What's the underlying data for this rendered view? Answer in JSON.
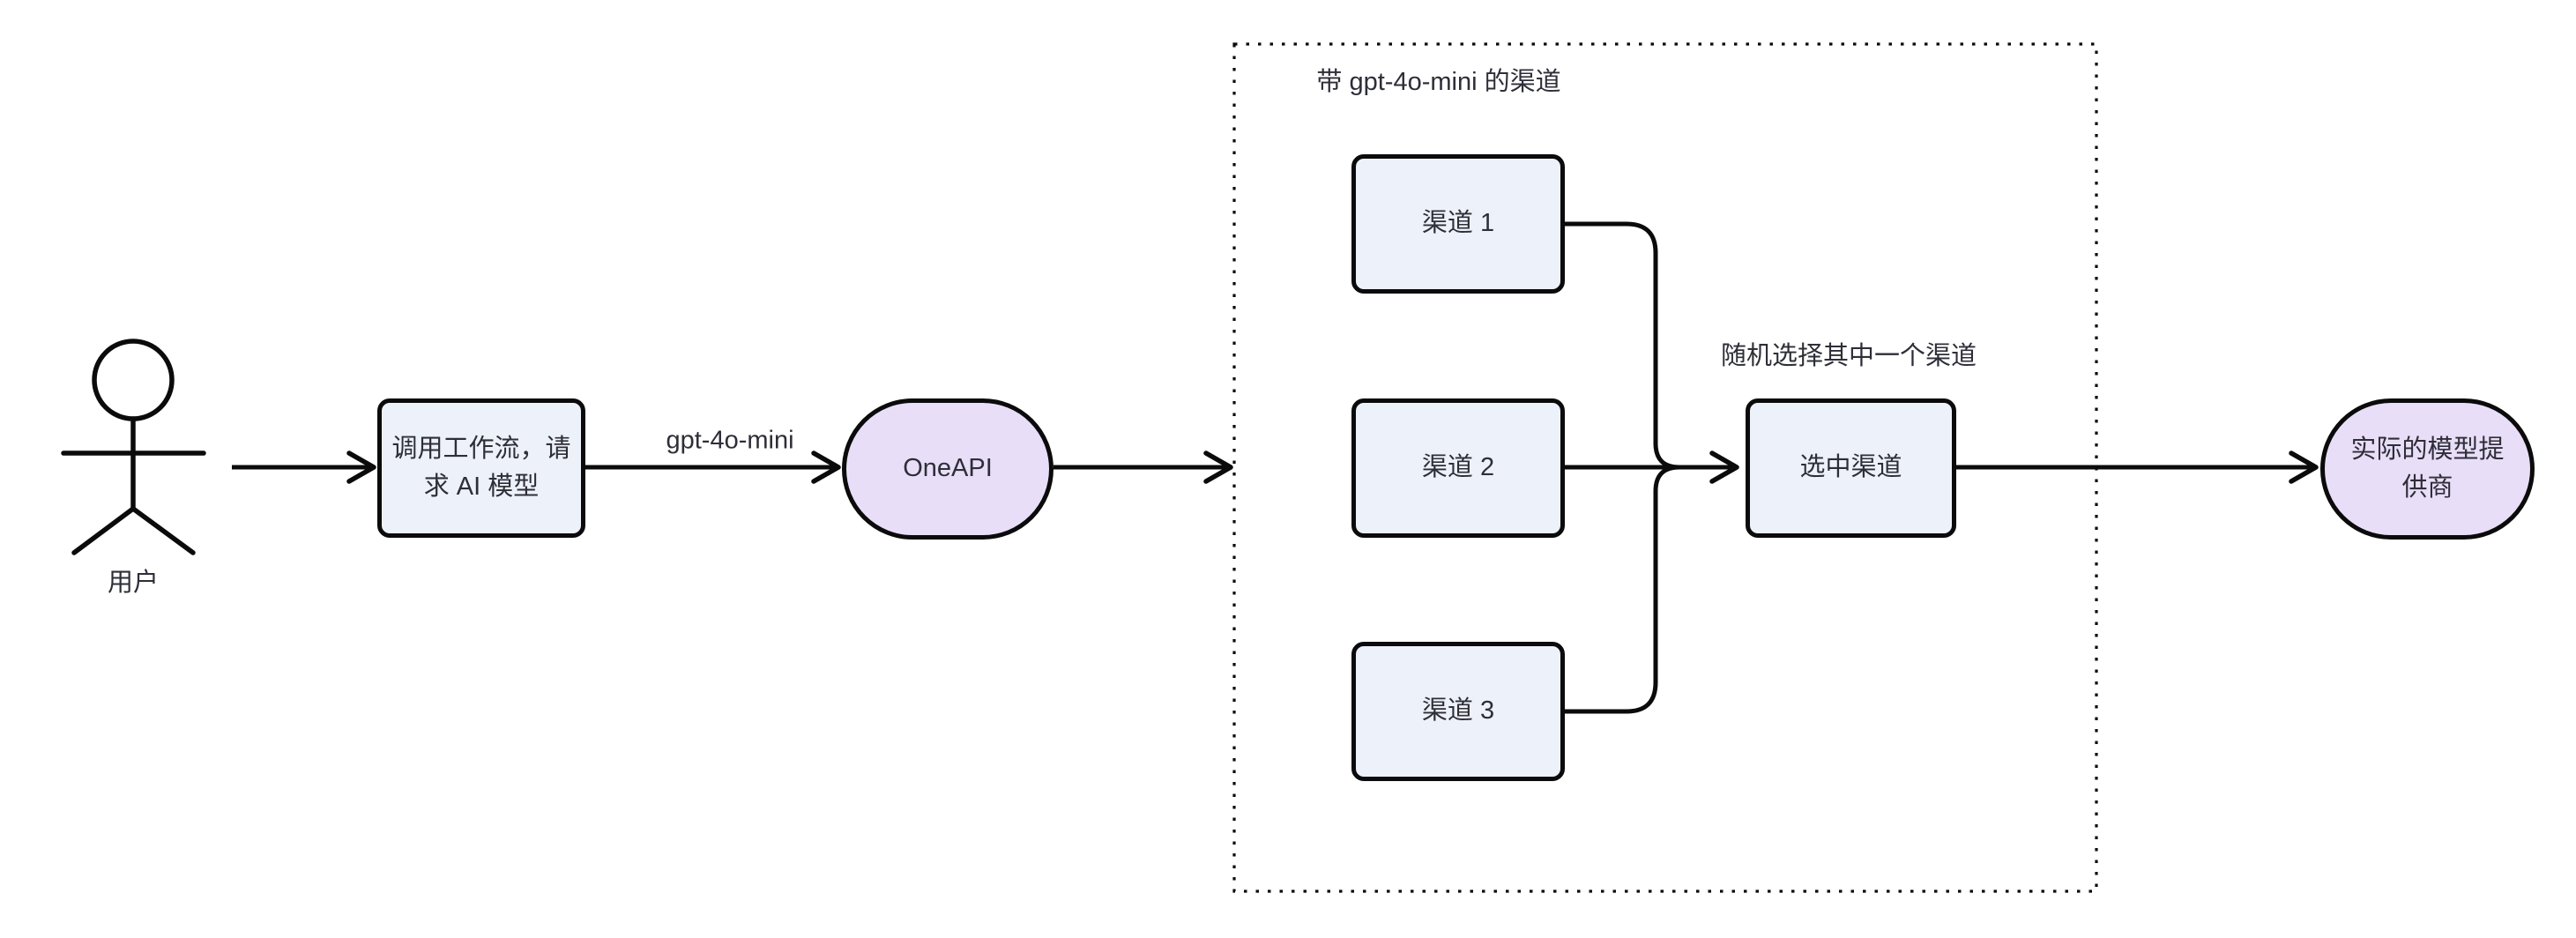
{
  "diagram": {
    "actor": {
      "label": "用户"
    },
    "nodes": [
      {
        "id": "workflow",
        "label": "调用工作流，请求 AI 模型",
        "shape": "rect"
      },
      {
        "id": "oneapi",
        "label": "OneAPI",
        "shape": "stadium"
      },
      {
        "id": "channel1",
        "label": "渠道 1",
        "shape": "rect"
      },
      {
        "id": "channel2",
        "label": "渠道 2",
        "shape": "rect"
      },
      {
        "id": "channel3",
        "label": "渠道 3",
        "shape": "rect"
      },
      {
        "id": "selected",
        "label": "选中渠道",
        "shape": "rect"
      },
      {
        "id": "provider",
        "label": "实际的模型提供商",
        "shape": "stadium"
      }
    ],
    "subgraph": {
      "label": "带 gpt-4o-mini 的渠道"
    },
    "edge_labels": {
      "model": "gpt-4o-mini",
      "random_pick": "随机选择其中一个渠道"
    },
    "colors": {
      "rect_fill": "#edf1f9",
      "stadium_fill": "#e9def8",
      "stroke": "#0b0b0b",
      "text": "#2e2e38"
    }
  }
}
